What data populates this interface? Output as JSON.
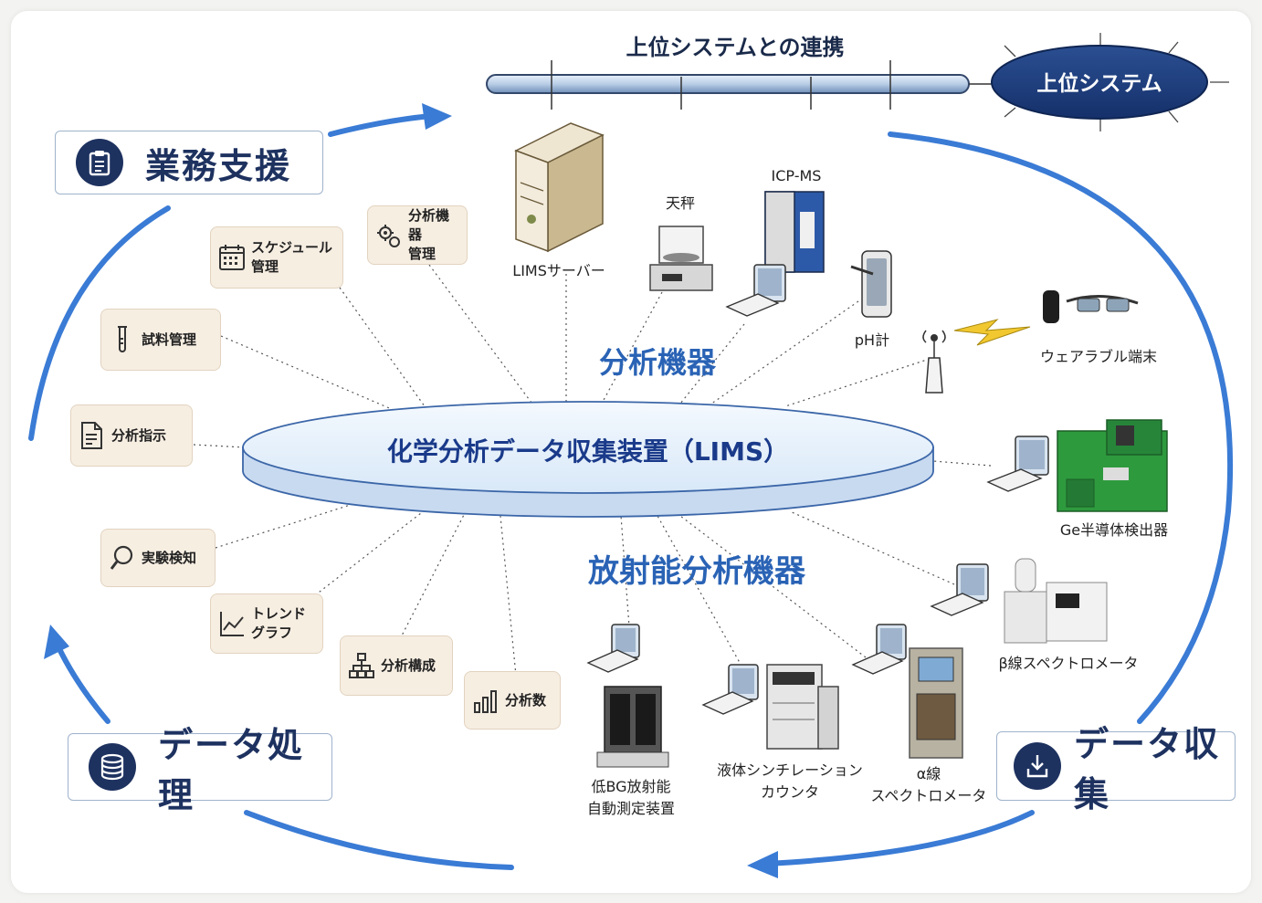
{
  "title": "上位システムとの連携",
  "upper_system": "上位システム",
  "center": "化学分析データ収集装置（LIMS）",
  "sections": {
    "analytical": "分析機器",
    "radioactivity": "放射能分析機器"
  },
  "categories": {
    "business": "業務支援",
    "processing": "データ処理",
    "collection": "データ収集"
  },
  "tiles": [
    {
      "id": "schedule",
      "label": "スケジュール\n管理",
      "icon": "calendar-icon"
    },
    {
      "id": "instrument",
      "label": "分析機器\n管理",
      "icon": "gears-icon"
    },
    {
      "id": "sample",
      "label": "試料管理",
      "icon": "test-tube-icon"
    },
    {
      "id": "instruction",
      "label": "分析指示",
      "icon": "document-icon"
    },
    {
      "id": "detect",
      "label": "実験検知",
      "icon": "search-icon"
    },
    {
      "id": "trend",
      "label": "トレンド\nグラフ",
      "icon": "line-chart-icon"
    },
    {
      "id": "composition",
      "label": "分析構成",
      "icon": "hierarchy-icon"
    },
    {
      "id": "count",
      "label": "分析数",
      "icon": "bar-chart-icon"
    }
  ],
  "equipment": {
    "server": "LIMSサーバー",
    "balance": "天秤",
    "icpms": "ICP-MS",
    "ph": "pH計",
    "wearable": "ウェアラブル端末",
    "ge": "Ge半導体検出器",
    "beta": "β線スペクトロメータ",
    "alpha": "α線\nスペクトロメータ",
    "lsc": "液体シンチレーション\nカウンタ",
    "lowbg": "低BG放射能\n自動測定装置"
  }
}
